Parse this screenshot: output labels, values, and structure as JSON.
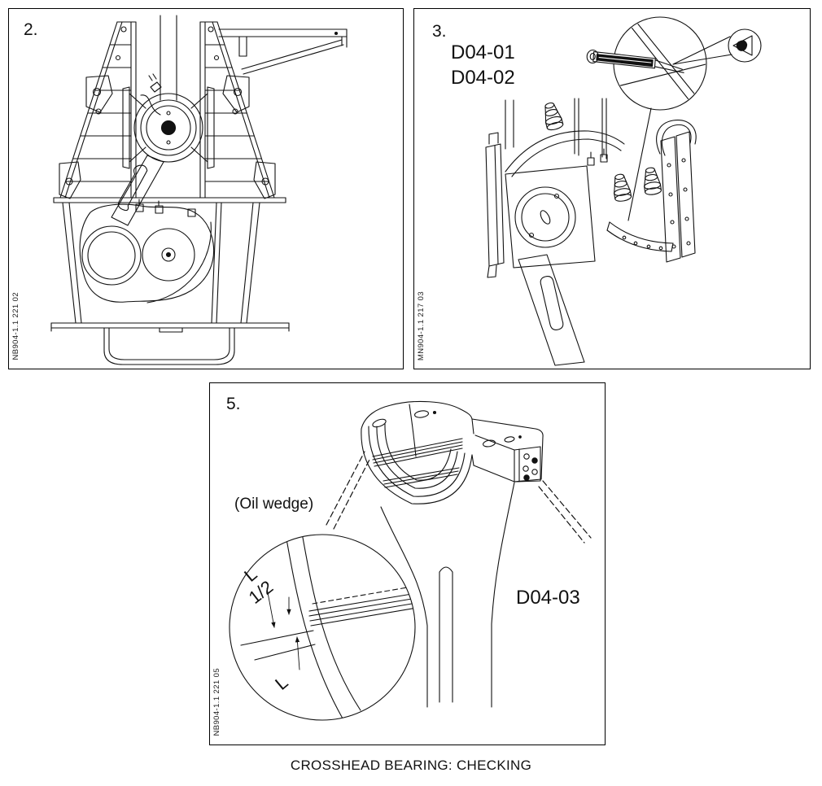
{
  "caption": "CROSSHEAD BEARING: CHECKING",
  "colors": {
    "line": "#111111",
    "panel_border": "#000000",
    "background": "#ffffff"
  },
  "panel2": {
    "number": "2.",
    "figure_code": "NB904-1.1 221 02"
  },
  "panel3": {
    "number": "3.",
    "labels": [
      "D04-01",
      "D04-02"
    ],
    "figure_code": "MN904-1.1 217 03"
  },
  "panel5": {
    "number": "5.",
    "oil_wedge": "(Oil wedge)",
    "label": "D04-03",
    "figure_code": "NB904-1.1 221 05",
    "dims": {
      "top": "L",
      "mid": "1/2",
      "bottom": "L"
    }
  }
}
